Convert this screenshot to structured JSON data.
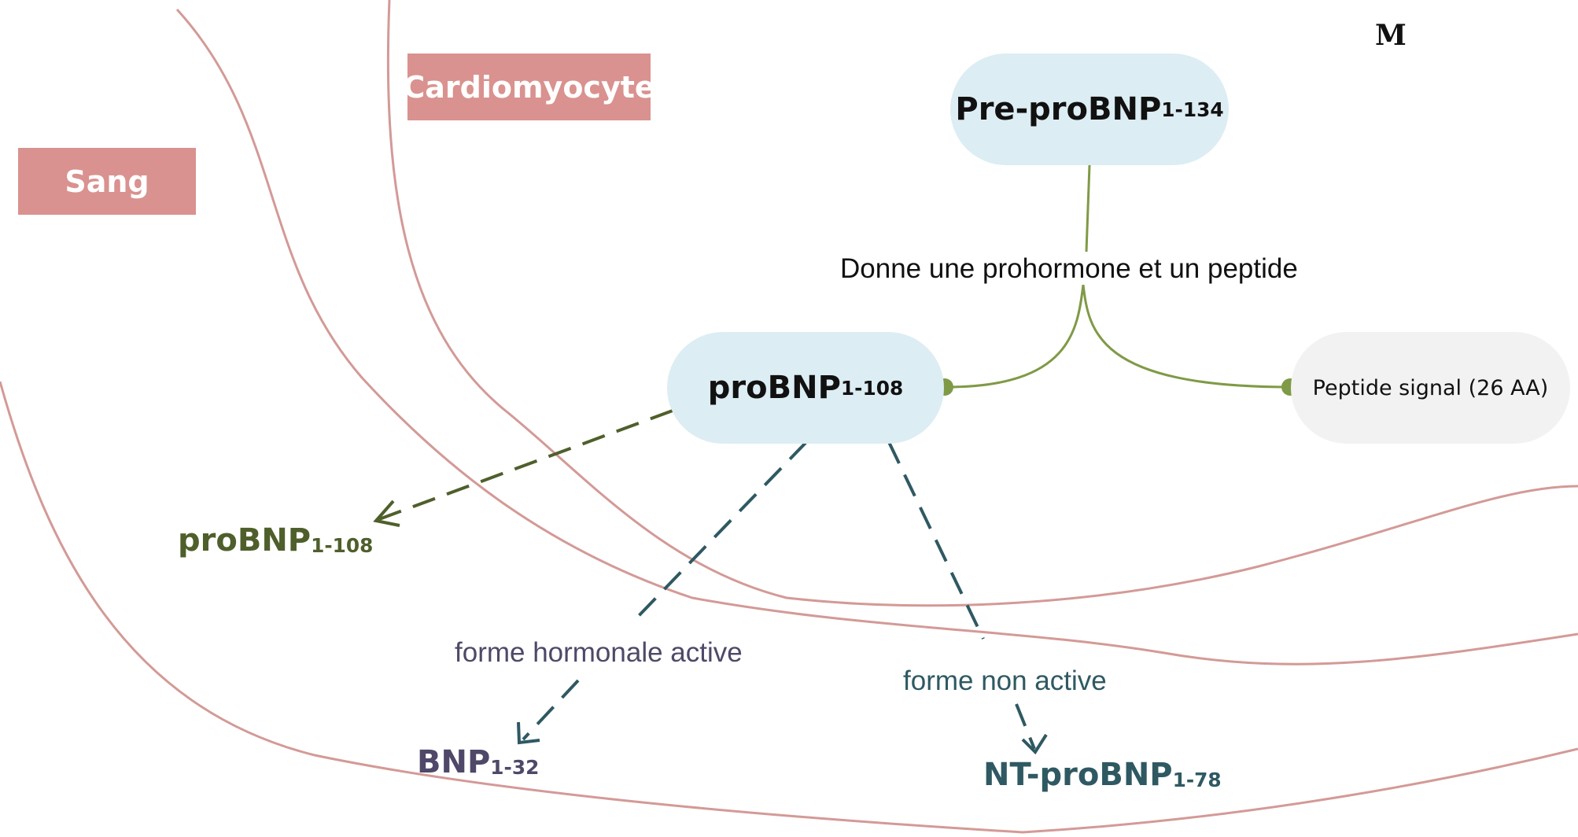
{
  "labels": {
    "corner": "M",
    "cardiomyocyte": "Cardiomyocyte",
    "sang": "Sang"
  },
  "nodes": {
    "preprobnp": {
      "name": "Pre-proBNP",
      "range": "1-134"
    },
    "probnp": {
      "name": "proBNP",
      "range": "1-108"
    },
    "peptide_signal": "Peptide signal (26 AA)"
  },
  "edges": {
    "split_label": "Donne une prohormone et un peptide",
    "active_label": "forme hormonale active",
    "inactive_label": "forme non active"
  },
  "products": {
    "probnp_blood": {
      "name": "proBNP",
      "range": "1-108"
    },
    "bnp": {
      "name": "BNP",
      "range": "1-32"
    },
    "ntprobnp": {
      "name": "NT-proBNP",
      "range": "1-78"
    }
  },
  "colors": {
    "tag_bg": "#d9928f",
    "membrane": "#d39a97",
    "pill_blue": "#dcedf3",
    "pill_grey": "#f2f2f2",
    "branch_green": "#7f9a46",
    "arrow_olive": "#4f5f2b",
    "arrow_teal": "#2f5962",
    "bnp_purple": "#4f4868"
  }
}
